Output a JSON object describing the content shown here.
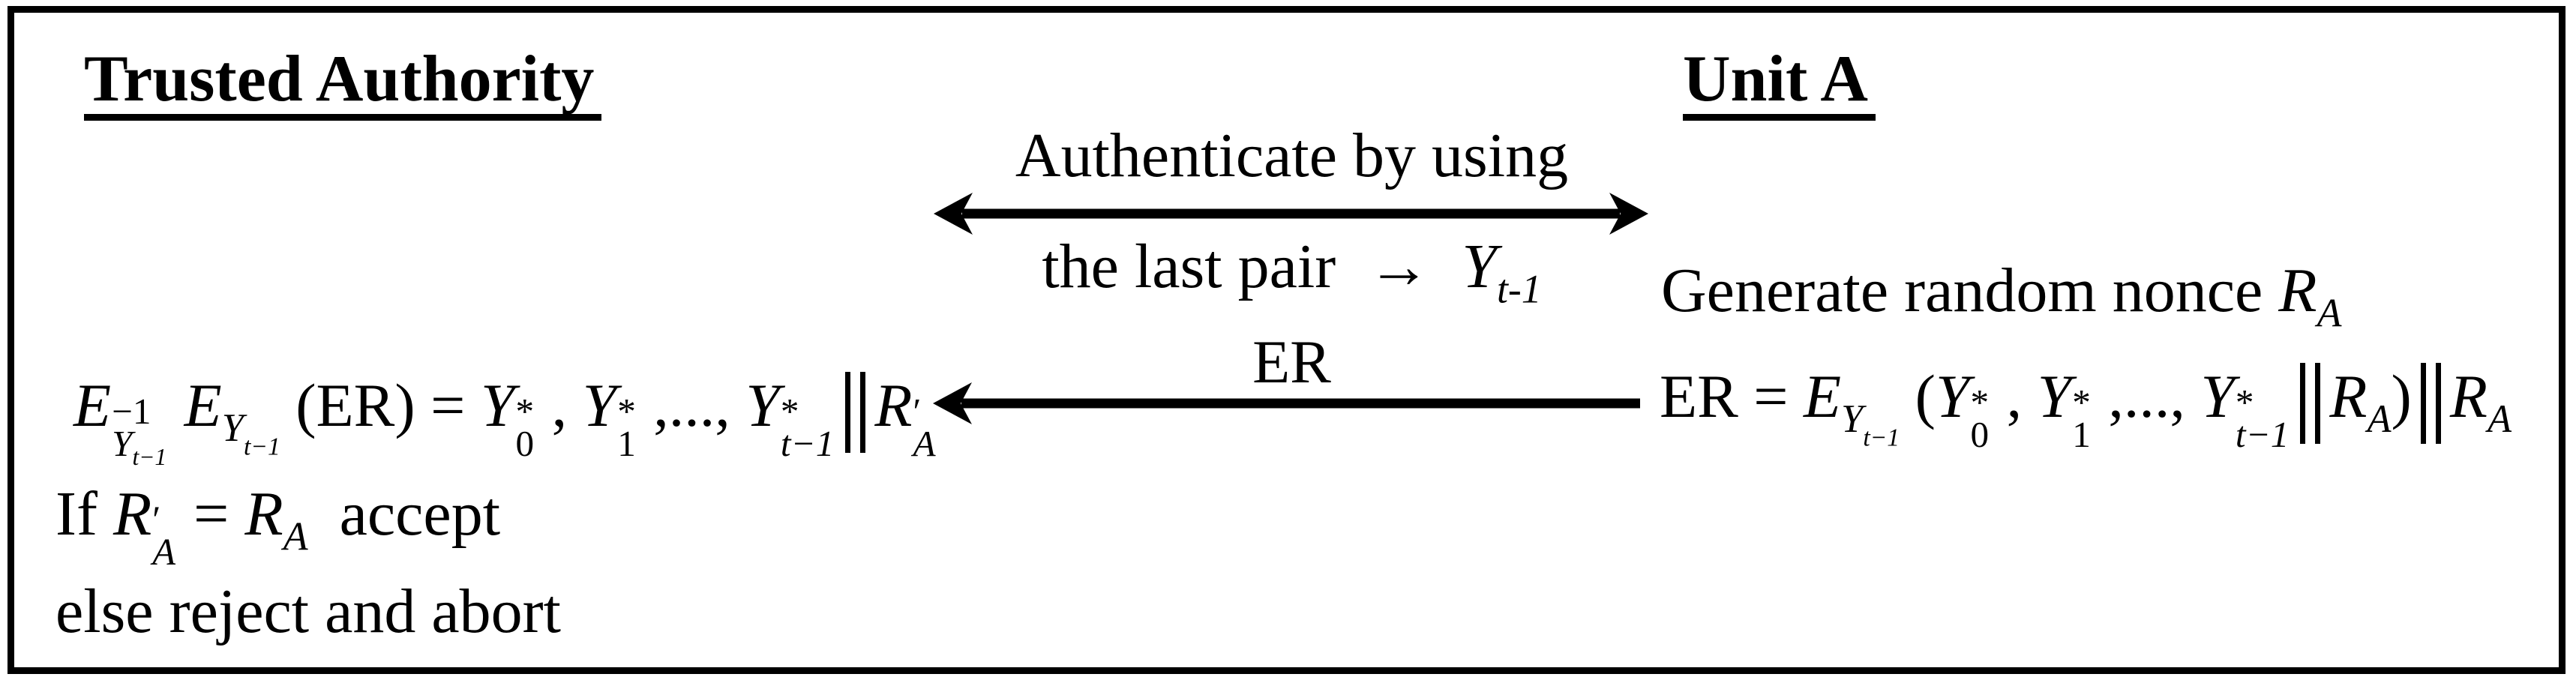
{
  "colors": {
    "ink": "#000000",
    "paper": "#ffffff"
  },
  "actors": {
    "left_heading": "Trusted Authority",
    "right_heading": "Unit A"
  },
  "channel": {
    "auth_caption_top": "Authenticate by using",
    "auth_caption_bottom_tokens": [
      {
        "cls": "rm",
        "text": "the last pair  "
      },
      {
        "cls": "rm",
        "text": "→  "
      },
      {
        "cls": "it",
        "text": "Y"
      },
      {
        "cls": "sub it",
        "text": "t-1"
      }
    ],
    "er_label": "ER",
    "mutual_arrow": "double-headed",
    "er_arrow": "right-to-left"
  },
  "trusted_authority": {
    "verify_equation_tokens": [
      {
        "cls": "it",
        "text": "E"
      },
      {
        "cls": "stack",
        "kids": [
          {
            "cls": "top",
            "text": "−1"
          },
          {
            "cls": "bot",
            "kids": [
              {
                "cls": "it",
                "text": "Y"
              },
              {
                "cls": "sub it",
                "text": "t−1"
              }
            ]
          }
        ]
      },
      {
        "cls": "rm",
        "text": " "
      },
      {
        "cls": "it",
        "text": "E"
      },
      {
        "cls": "sub",
        "kids": [
          {
            "cls": "it",
            "text": "Y"
          },
          {
            "cls": "sub it",
            "text": "t−1"
          }
        ]
      },
      {
        "cls": "rm",
        "text": " (ER) = "
      },
      {
        "cls": "it",
        "text": "Y"
      },
      {
        "cls": "stack",
        "kids": [
          {
            "cls": "top",
            "text": "*"
          },
          {
            "cls": "bot",
            "text": "0"
          }
        ]
      },
      {
        "cls": "rm",
        "text": " , "
      },
      {
        "cls": "it",
        "text": "Y"
      },
      {
        "cls": "stack",
        "kids": [
          {
            "cls": "top",
            "text": "*"
          },
          {
            "cls": "bot",
            "text": "1"
          }
        ]
      },
      {
        "cls": "rm",
        "text": " ,..., "
      },
      {
        "cls": "it",
        "text": "Y"
      },
      {
        "cls": "stack",
        "kids": [
          {
            "cls": "top",
            "text": "*"
          },
          {
            "cls": "bot",
            "kids": [
              {
                "cls": "it",
                "text": "t−1"
              }
            ]
          }
        ]
      },
      {
        "cls": "dbar"
      },
      {
        "cls": "it",
        "text": "R"
      },
      {
        "cls": "stack",
        "kids": [
          {
            "cls": "top",
            "text": "′"
          },
          {
            "cls": "bot it",
            "text": "A"
          }
        ]
      }
    ],
    "if_line_tokens": [
      {
        "cls": "rm",
        "text": "If "
      },
      {
        "cls": "it",
        "text": "R"
      },
      {
        "cls": "stack",
        "kids": [
          {
            "cls": "top",
            "text": "′"
          },
          {
            "cls": "bot it",
            "text": "A"
          }
        ]
      },
      {
        "cls": "rm",
        "text": " = "
      },
      {
        "cls": "it",
        "text": "R"
      },
      {
        "cls": "sub it",
        "text": "A"
      },
      {
        "cls": "rm",
        "text": "  accept"
      }
    ],
    "else_line": "else reject and abort"
  },
  "unit_a": {
    "nonce_line_tokens": [
      {
        "cls": "rm",
        "text": "Generate random nonce "
      },
      {
        "cls": "it",
        "text": "R"
      },
      {
        "cls": "sub it",
        "text": "A"
      }
    ],
    "er_equation_tokens": [
      {
        "cls": "rm",
        "text": "ER = "
      },
      {
        "cls": "it",
        "text": "E"
      },
      {
        "cls": "sub",
        "kids": [
          {
            "cls": "it",
            "text": "Y"
          },
          {
            "cls": "sub it",
            "text": "t−1"
          }
        ]
      },
      {
        "cls": "rm",
        "text": " ("
      },
      {
        "cls": "it",
        "text": "Y"
      },
      {
        "cls": "stack",
        "kids": [
          {
            "cls": "top",
            "text": "*"
          },
          {
            "cls": "bot",
            "text": "0"
          }
        ]
      },
      {
        "cls": "rm",
        "text": " , "
      },
      {
        "cls": "it",
        "text": "Y"
      },
      {
        "cls": "stack",
        "kids": [
          {
            "cls": "top",
            "text": "*"
          },
          {
            "cls": "bot",
            "text": "1"
          }
        ]
      },
      {
        "cls": "rm",
        "text": " ,..., "
      },
      {
        "cls": "it",
        "text": "Y"
      },
      {
        "cls": "stack",
        "kids": [
          {
            "cls": "top",
            "text": "*"
          },
          {
            "cls": "bot",
            "kids": [
              {
                "cls": "it",
                "text": "t−1"
              }
            ]
          }
        ]
      },
      {
        "cls": "dbar"
      },
      {
        "cls": "it",
        "text": "R"
      },
      {
        "cls": "sub it",
        "text": "A"
      },
      {
        "cls": "rm",
        "text": ")"
      },
      {
        "cls": "dbar"
      },
      {
        "cls": "it",
        "text": "R"
      },
      {
        "cls": "sub it",
        "text": "A"
      }
    ]
  }
}
